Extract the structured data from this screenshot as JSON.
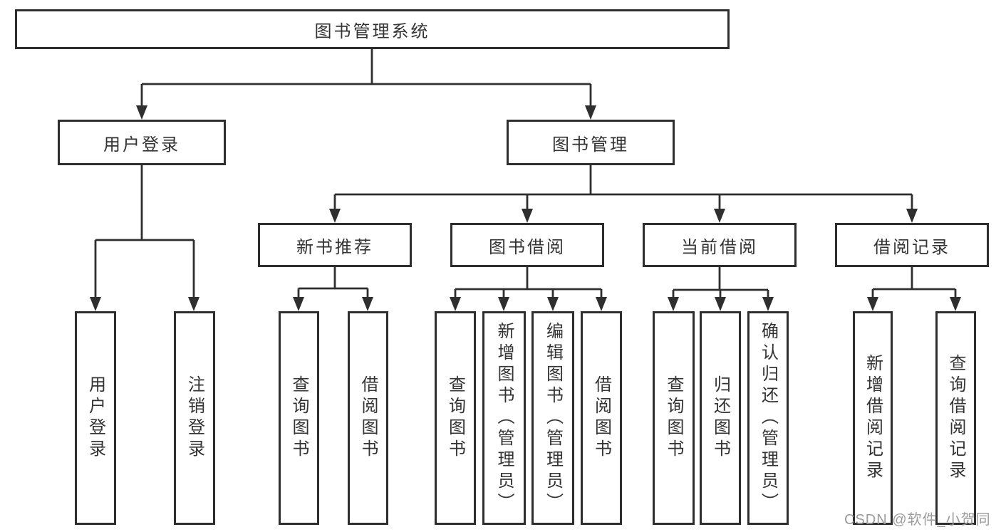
{
  "tree": {
    "root": {
      "label": "图书管理系统",
      "children": [
        {
          "label": "用户登录",
          "children": [
            {
              "label": "用户登录"
            },
            {
              "label": "注销登录"
            }
          ]
        },
        {
          "label": "图书管理",
          "children": [
            {
              "label": "新书推荐",
              "children": [
                {
                  "label": "查询图书"
                },
                {
                  "label": "借阅图书"
                }
              ]
            },
            {
              "label": "图书借阅",
              "children": [
                {
                  "label": "查询图书"
                },
                {
                  "label": "新增图书（管理员）"
                },
                {
                  "label": "编辑图书（管理员）"
                },
                {
                  "label": "借阅图书"
                }
              ]
            },
            {
              "label": "当前借阅",
              "children": [
                {
                  "label": "查询图书"
                },
                {
                  "label": "归还图书"
                },
                {
                  "label": "确认归还（管理员）"
                }
              ]
            },
            {
              "label": "借阅记录",
              "children": [
                {
                  "label": "新增借阅记录"
                },
                {
                  "label": "查询借阅记录"
                }
              ]
            }
          ]
        }
      ]
    }
  },
  "watermark": "CSDN @软件_小贺同学",
  "colors": {
    "line": "#2f2f2f",
    "box_border": "#2e2e2e",
    "text": "#333333",
    "watermark": "#9b9b9b",
    "background": "#ffffff"
  }
}
